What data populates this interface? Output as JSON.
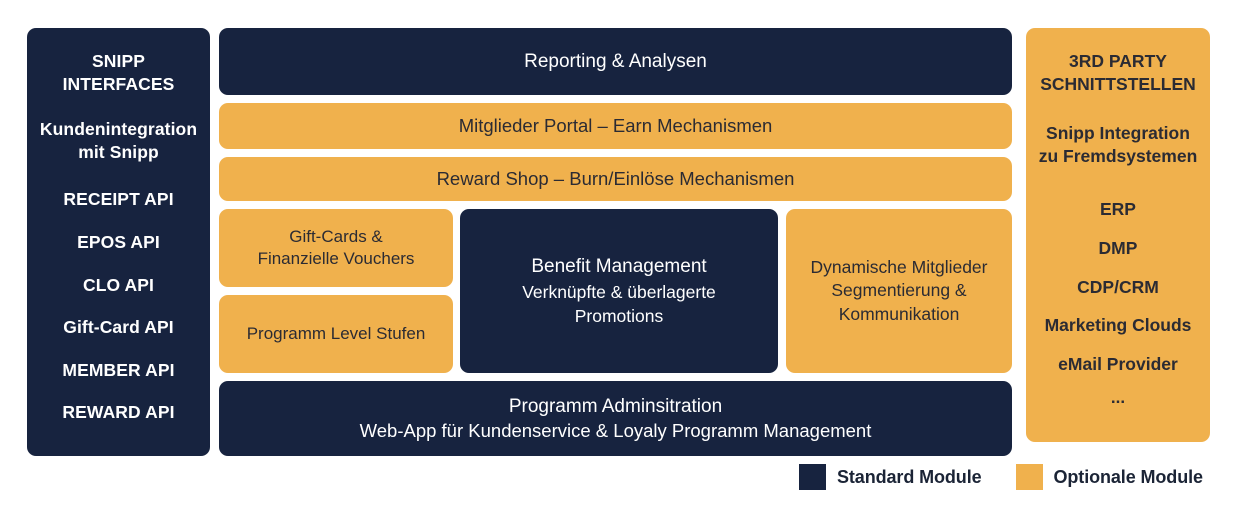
{
  "left_panel": {
    "heading_lines": [
      "SNIPP",
      "INTERFACES"
    ],
    "subtitle_lines": [
      "Kundenintegration",
      "mit Snipp"
    ],
    "apis": [
      "RECEIPT API",
      "EPOS API",
      "CLO API",
      "Gift-Card API",
      "MEMBER API",
      "REWARD API"
    ]
  },
  "right_panel": {
    "heading_lines": [
      "3RD PARTY",
      "SCHNITTSTELLEN"
    ],
    "subtitle_lines": [
      "Snipp Integration",
      "zu Fremdsystemen"
    ],
    "systems": [
      "ERP",
      "DMP",
      "CDP/CRM",
      "Marketing Clouds",
      "eMail Provider",
      "..."
    ]
  },
  "center": {
    "reporting": "Reporting & Analysen",
    "mitglieder_portal": "Mitglieder Portal – Earn Mechanismen",
    "reward_shop": "Reward Shop – Burn/Einlöse Mechanismen",
    "gift_cards": [
      "Gift-Cards &",
      "Finanzielle Vouchers"
    ],
    "programm_level": "Programm Level Stufen",
    "benefit": {
      "title": "Benefit Management",
      "lines": [
        "Verknüpfte & überlagerte",
        "Promotions"
      ]
    },
    "segmentierung": [
      "Dynamische Mitglieder",
      "Segmentierung &",
      "Kommunikation"
    ],
    "administration": {
      "title": "Programm Adminsitration",
      "subtitle": "Web-App für Kundenservice & Loyaly Programm Management"
    }
  },
  "legend": {
    "standard_label": "Standard Module",
    "optional_label": "Optionale Module",
    "standard_color": "#17233f",
    "optional_color": "#f0b14d"
  }
}
